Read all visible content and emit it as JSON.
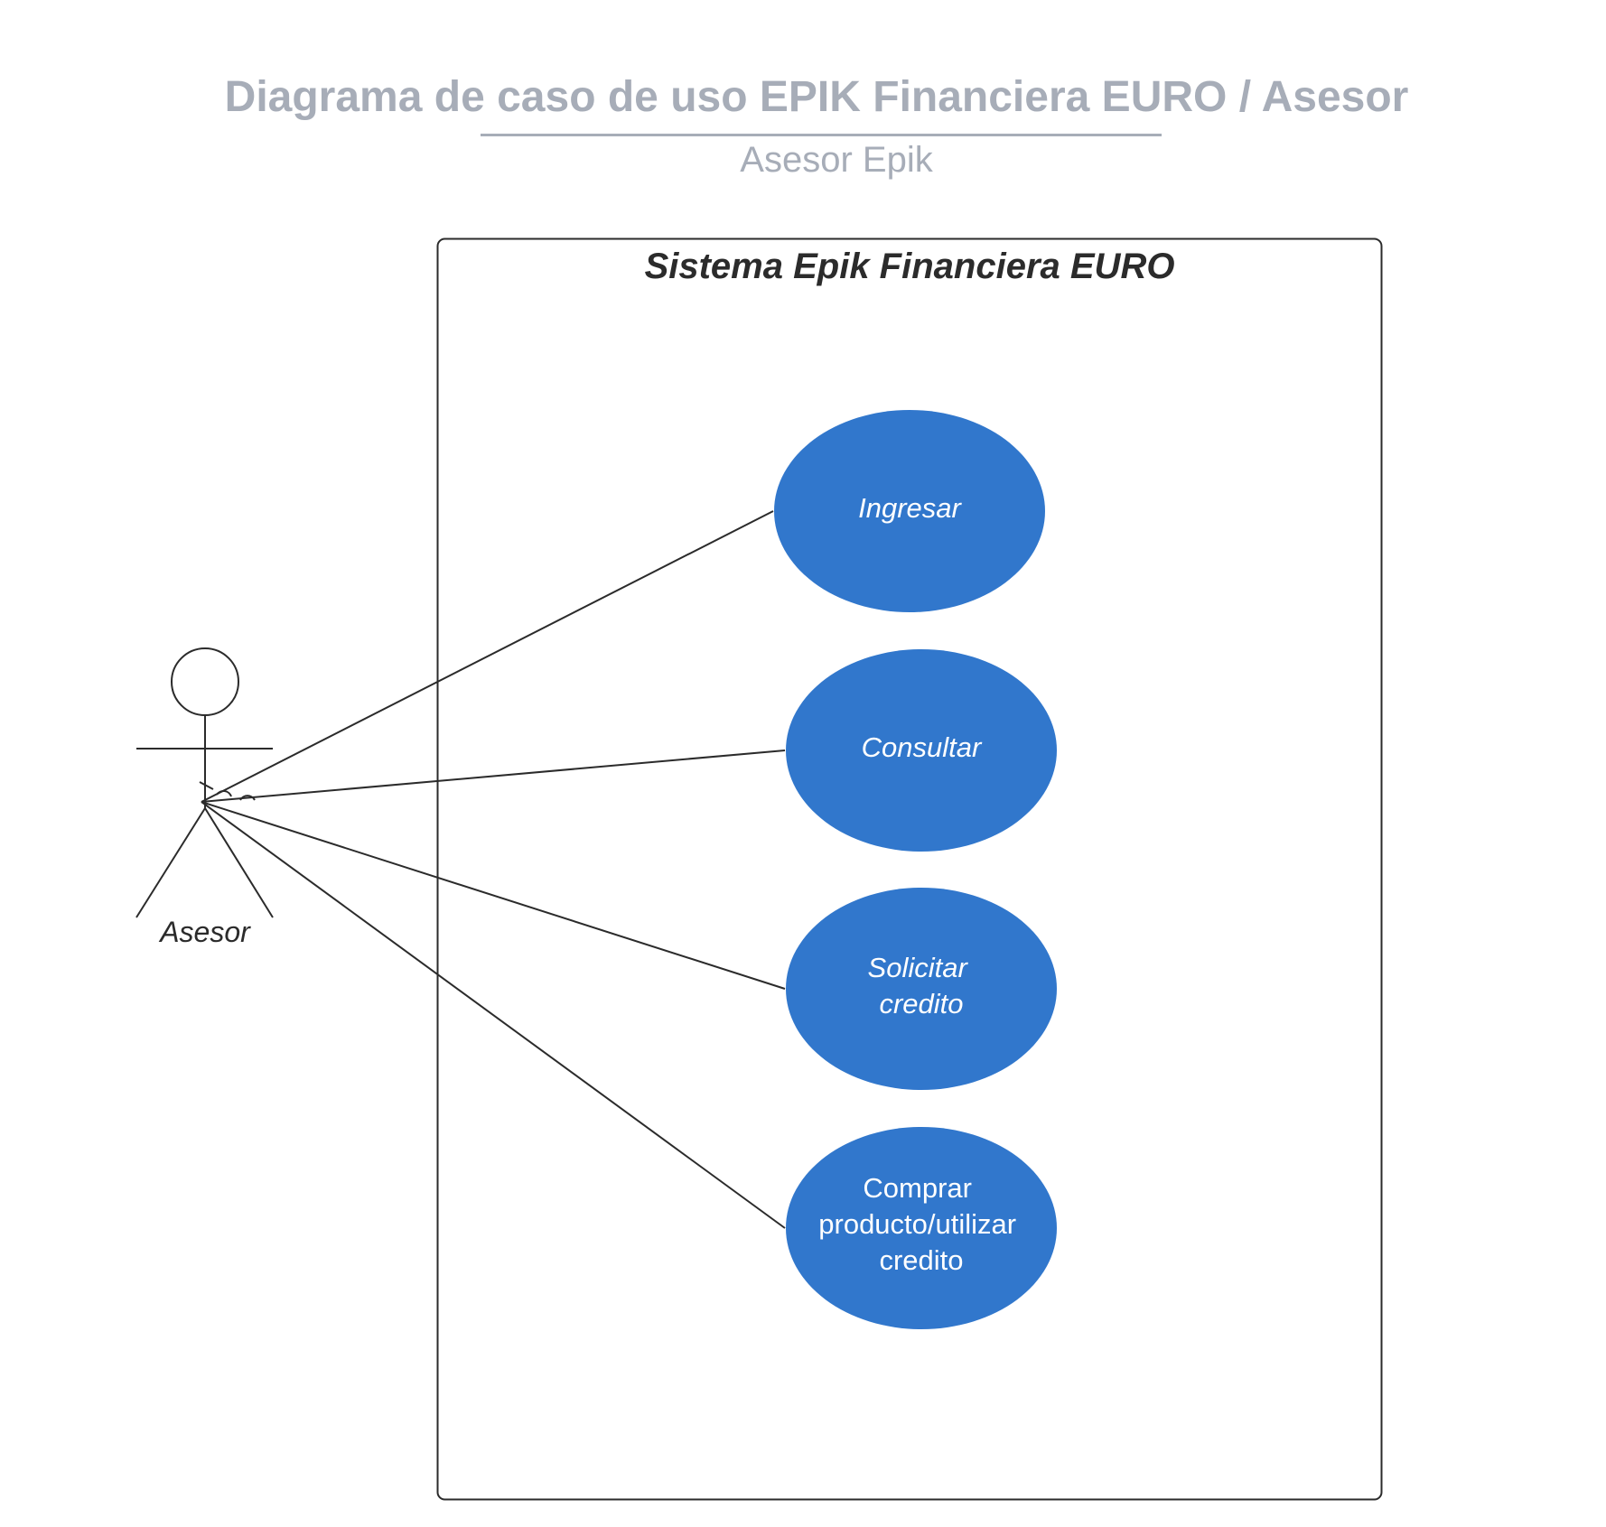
{
  "title": "Diagrama de caso de uso EPIK Financiera EURO / Asesor",
  "subtitle": "Asesor Epik",
  "system": {
    "name": "Sistema Epik Financiera EURO"
  },
  "actor": {
    "name": "Asesor"
  },
  "use_cases": [
    {
      "lines": [
        "Ingresar"
      ],
      "italic": true
    },
    {
      "lines": [
        "Consultar"
      ],
      "italic": true
    },
    {
      "lines": [
        "Solicitar",
        "credito"
      ],
      "italic": true
    },
    {
      "lines": [
        "Comprar",
        "producto/utilizar",
        "credito"
      ],
      "italic": false
    }
  ],
  "colors": {
    "use_case_fill": "#3177cc",
    "line": "#2b2b2b",
    "title": "#a7adb8",
    "background": "#ffffff"
  }
}
